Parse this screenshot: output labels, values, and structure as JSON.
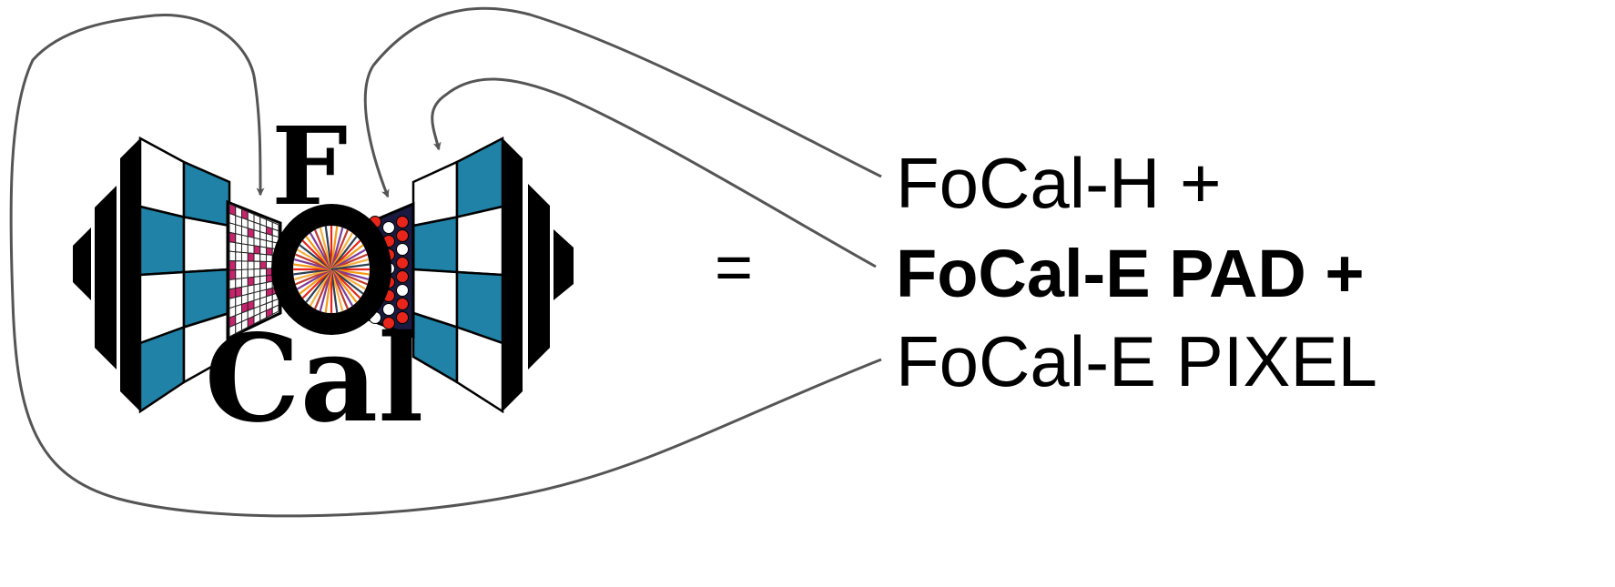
{
  "logo": {
    "letter_f": "F",
    "letter_o": "o",
    "letters_cal": "Cal"
  },
  "equation": {
    "equals_sign": "=",
    "terms": [
      {
        "label": "FoCal-H +",
        "bold": false
      },
      {
        "label": "FoCal-E PAD +",
        "bold": true
      },
      {
        "label": "FoCal-E PIXEL",
        "bold": false
      }
    ]
  },
  "colors": {
    "hcal_blue": "#1f82a6",
    "pad_pink": "#c8246e",
    "pixel_red": "#e8251a",
    "arrow_gray": "#555555",
    "outline": "#000000"
  }
}
